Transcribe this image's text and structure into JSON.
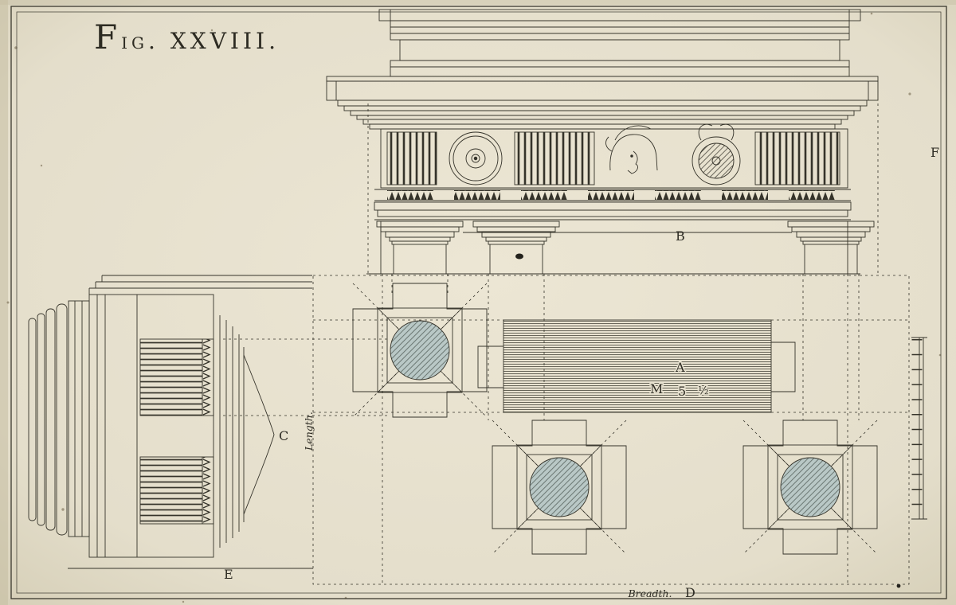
{
  "plate": {
    "figure_title": "Fig. XXVIII.",
    "labels": {
      "f": "F",
      "b": "B",
      "a": "A",
      "m": "M",
      "five": "5",
      "half": "½",
      "c": "C",
      "e": "E",
      "d": "D"
    },
    "captions": {
      "length": "Length.",
      "breadth": "Breadth."
    },
    "palette": {
      "paper": "#e7e1cf",
      "ink": "#35332a",
      "wash_blue_gray": "#b9c8c6"
    }
  }
}
